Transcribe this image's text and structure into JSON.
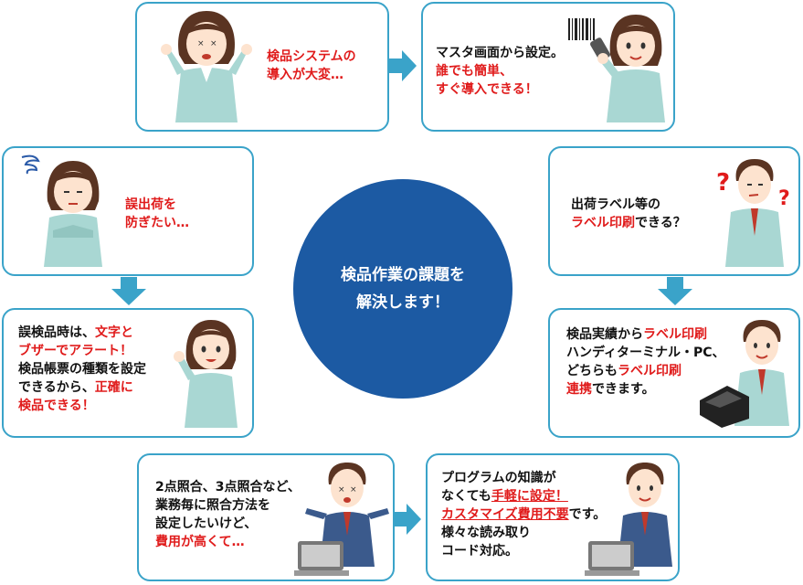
{
  "center": {
    "line1": "検品作業の課題を",
    "line2": "解決します！"
  },
  "cards": {
    "c1": {
      "l1": "検品システムの",
      "l2": "導入が大変…"
    },
    "c2": {
      "l1": "マスタ画面から設定。",
      "l2": "誰でも簡単、",
      "l3": "すぐ導入できる！"
    },
    "c3": {
      "l1": "誤出荷を",
      "l2": "防ぎたい…"
    },
    "c4": {
      "l1a": "誤検品時は、",
      "l1b": "文字と",
      "l2": "ブザーでアラート！",
      "l3": "検品帳票の種類を設定",
      "l4a": "できるから、",
      "l4b": "正確に",
      "l5": "検品できる！"
    },
    "c5": {
      "l1": "出荷ラベル等の",
      "l2a": "ラベル印刷",
      "l2b": "できる？"
    },
    "c6": {
      "l1a": "検品実績から",
      "l1b": "ラベル印刷",
      "l2": "ハンディターミナル・PC、",
      "l3a": "どちらも",
      "l3b": "ラベル印刷",
      "l4a": "連携",
      "l4b": "できます。"
    },
    "c7": {
      "l1": "2点照合、3点照合など、",
      "l2": "業務毎に照合方法を",
      "l3": "設定したいけど、",
      "l4": "費用が高くて…"
    },
    "c8": {
      "l1": "プログラムの知識が",
      "l2a": "なくても",
      "l2b": "手軽に設定！",
      "l3a": "カスタマイズ費用不要",
      "l3b": "です。",
      "l4": "様々な読み取り",
      "l5": "コード対応。"
    }
  },
  "colors": {
    "border": "#3aa3c9",
    "arrow": "#3aa3c9",
    "accent": "#e01b1b",
    "circle": "#1c5aa3",
    "center_text": "#ffffff"
  }
}
